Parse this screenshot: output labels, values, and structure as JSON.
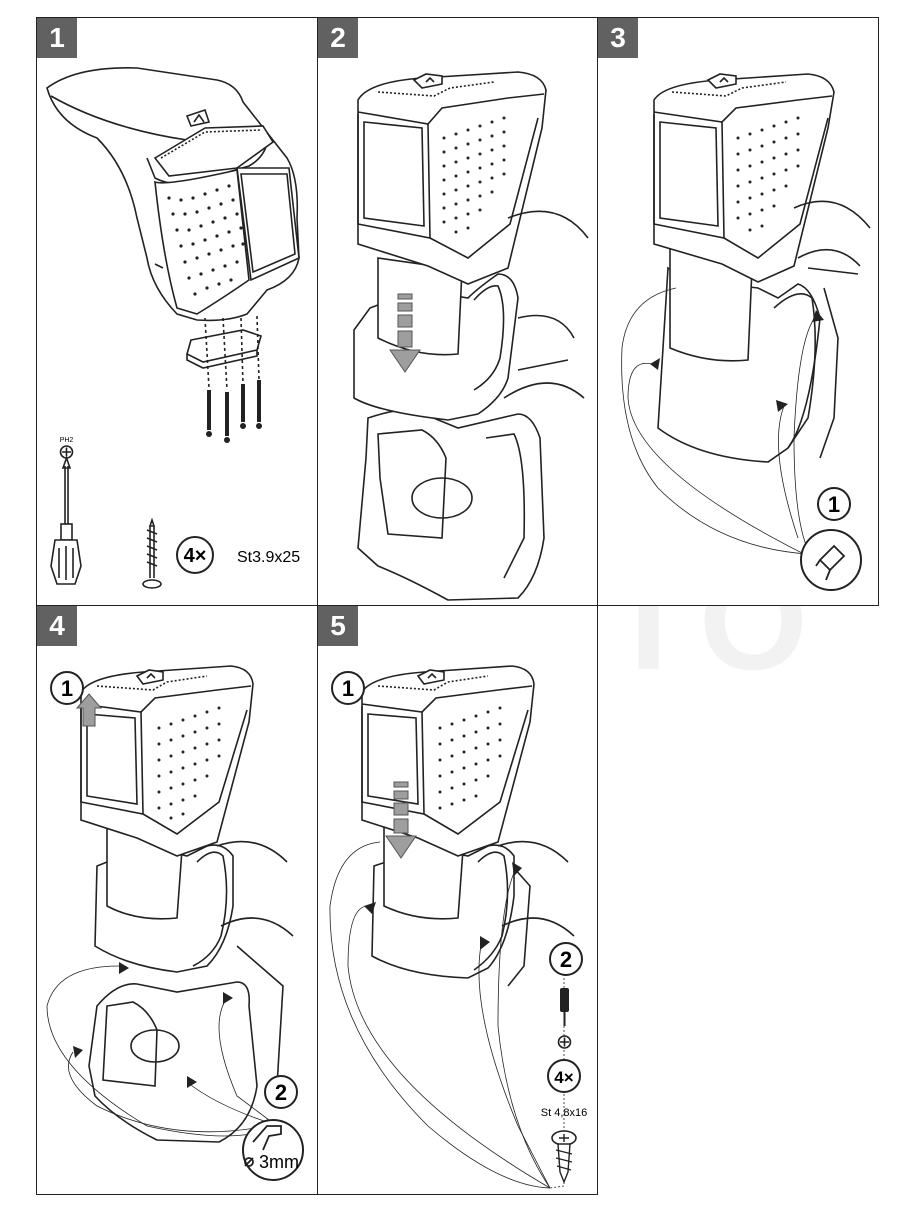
{
  "watermark": "AG AUTO",
  "steps": [
    {
      "number": "1",
      "tool_label": "PH2",
      "qty": "4×",
      "screw_spec": "St3.9x25"
    },
    {
      "number": "2"
    },
    {
      "number": "3",
      "callout": "1"
    },
    {
      "number": "4",
      "callout_1": "1",
      "callout_2": "2",
      "drill_spec": "3mm"
    },
    {
      "number": "5",
      "callout_1": "1",
      "callout_2": "2",
      "qty": "4×",
      "screw_spec": "St 4,8x16"
    }
  ],
  "colors": {
    "badge": "#616161",
    "line": "#222222",
    "arrow_gray": "#9e9e9e"
  }
}
